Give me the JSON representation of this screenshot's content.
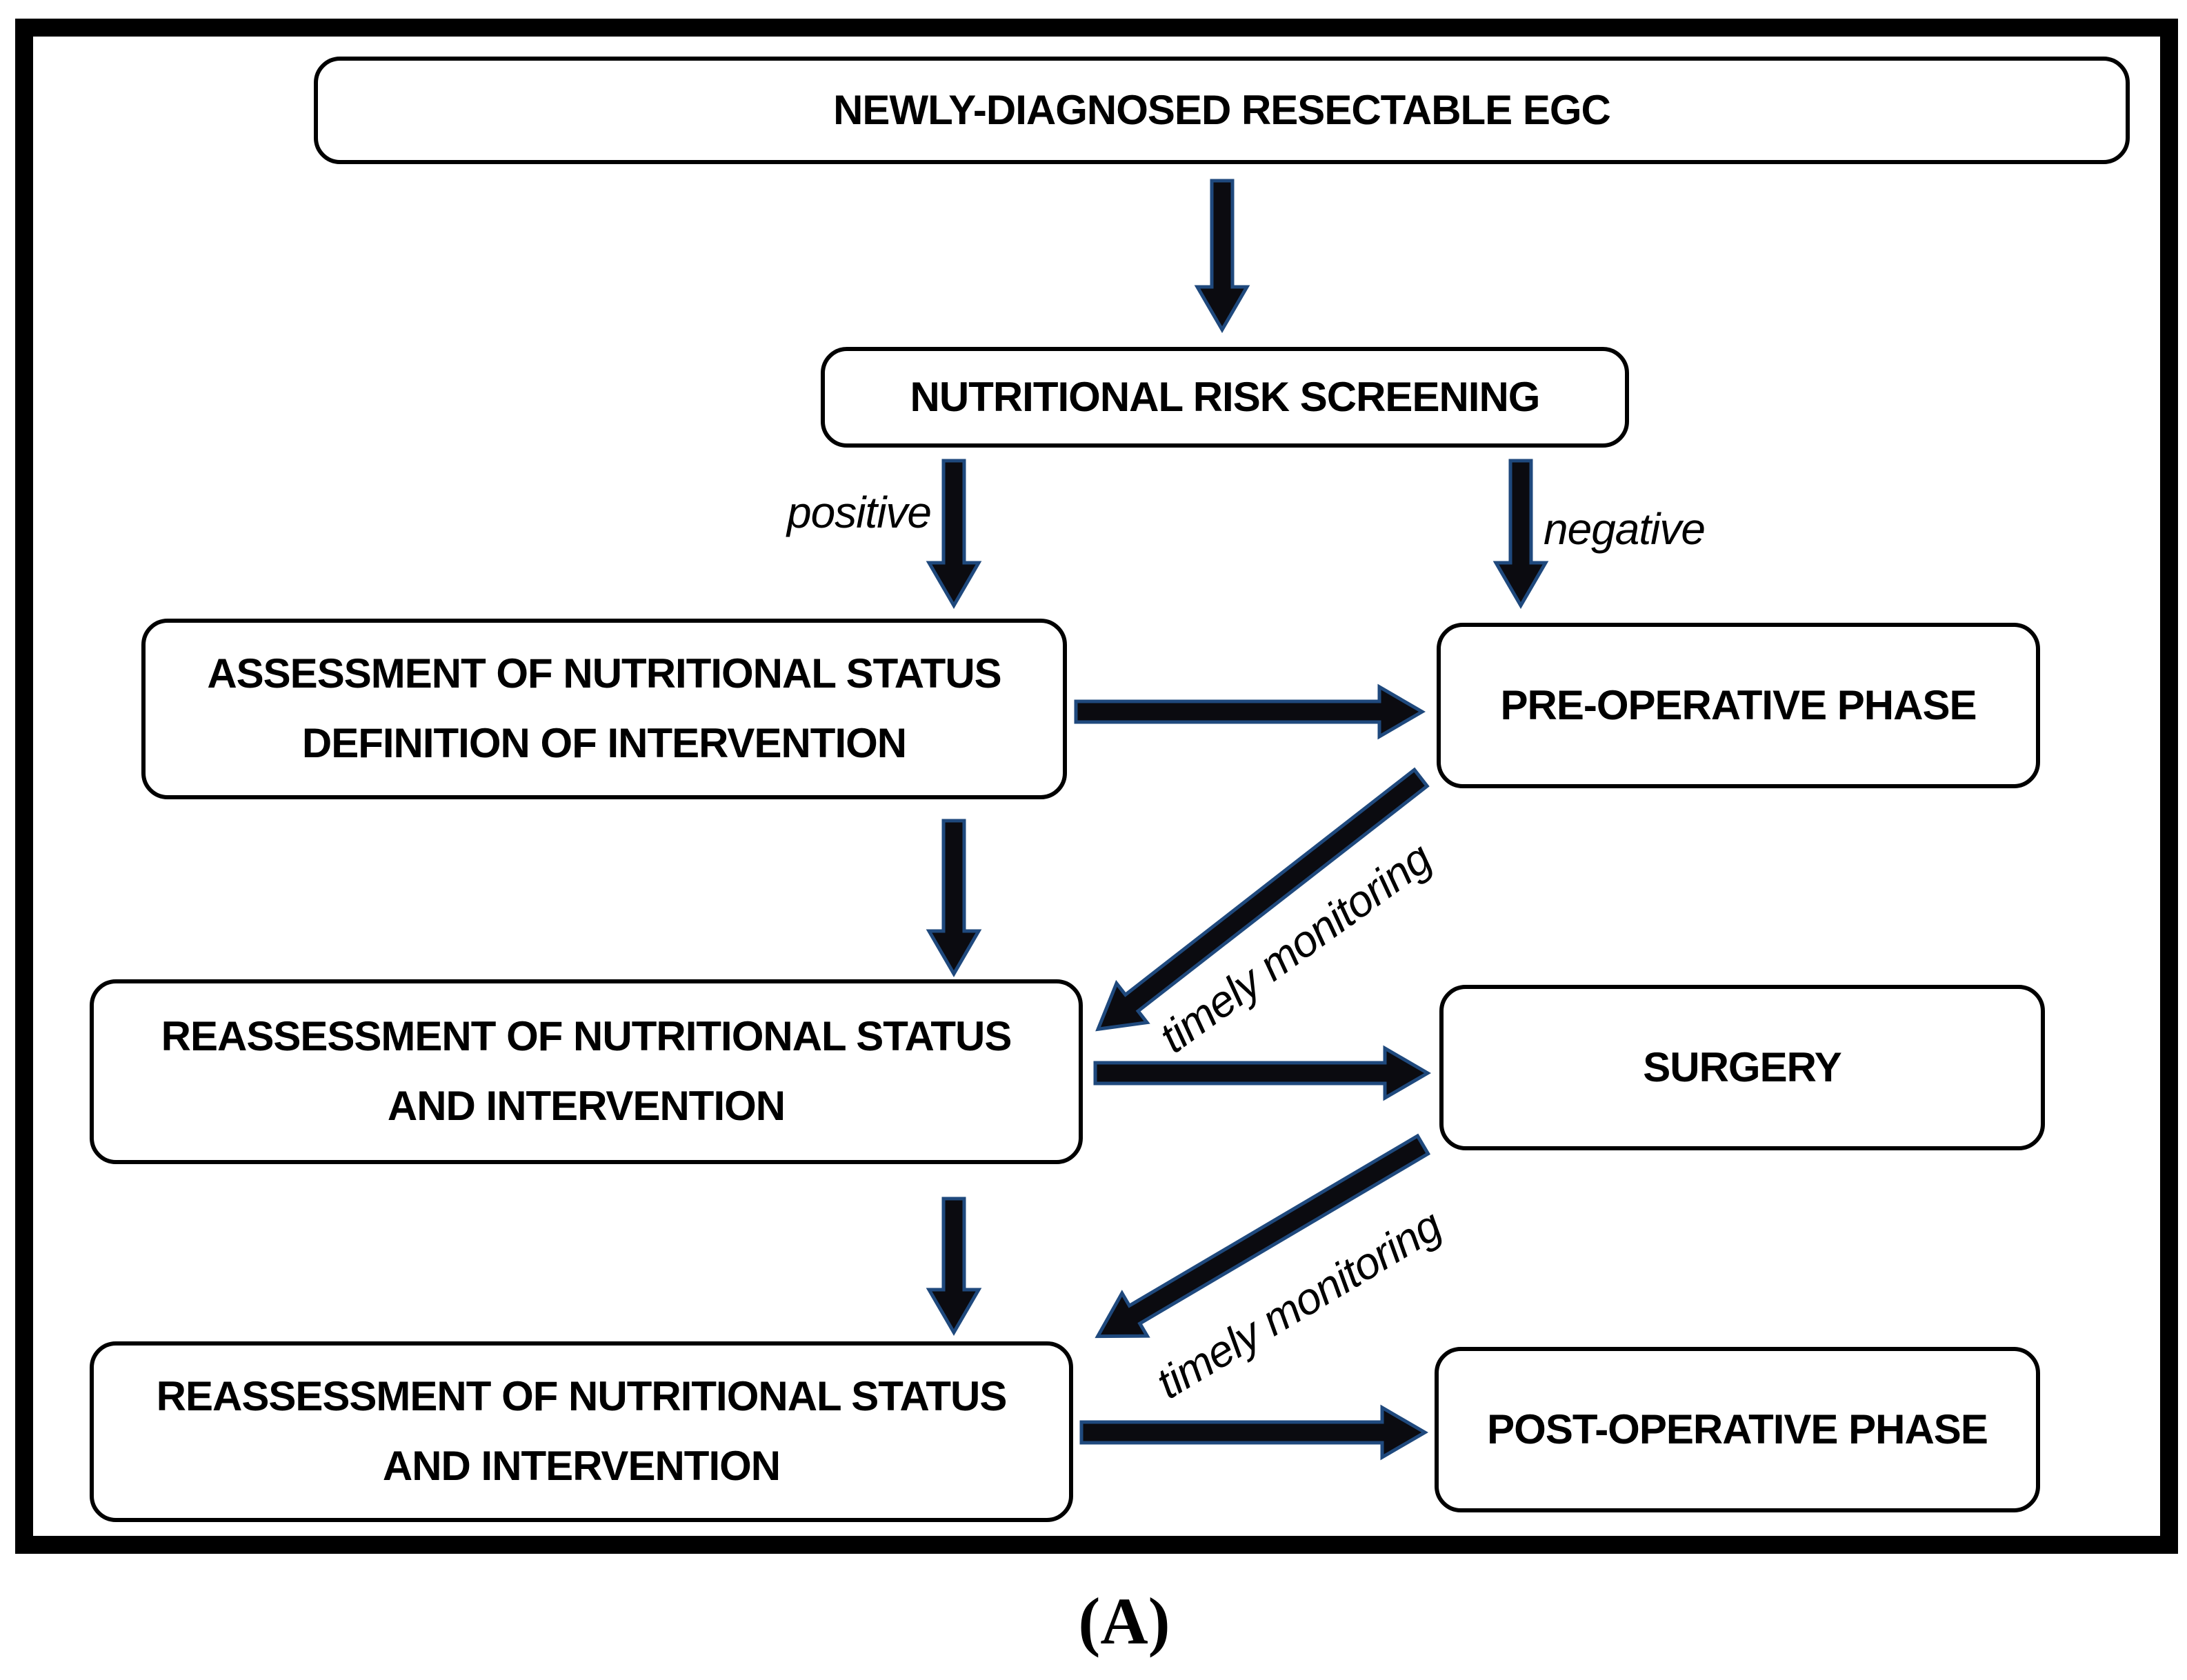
{
  "figure": {
    "type": "flowchart",
    "caption": "(A)"
  },
  "nodes": {
    "egc": {
      "label": "NEWLY-DIAGNOSED RESECTABLE EGC"
    },
    "screening": {
      "label": "NUTRITIONAL RISK SCREENING"
    },
    "assessment": {
      "line1": "ASSESSMENT OF NUTRITIONAL STATUS",
      "line2": "DEFINITION OF INTERVENTION"
    },
    "preop": {
      "label": "PRE-OPERATIVE PHASE"
    },
    "reassessment1": {
      "line1": "REASSESSMENT OF NUTRITIONAL STATUS",
      "line2": "AND INTERVENTION"
    },
    "surgery": {
      "label": "SURGERY"
    },
    "reassessment2": {
      "line1": "REASSESSMENT OF NUTRITIONAL STATUS",
      "line2": "AND INTERVENTION"
    },
    "postop": {
      "label": "POST-OPERATIVE PHASE"
    }
  },
  "edge_labels": {
    "positive": "positive",
    "negative": "negative",
    "monitoring1": "timely monitoring",
    "monitoring2": "timely monitoring"
  },
  "colors": {
    "background": "#ffffff",
    "box_border": "#000000",
    "text": "#000000",
    "arrow_fill": "#0b0b10",
    "arrow_outline": "#1f497d",
    "frame_border": "#000000"
  }
}
